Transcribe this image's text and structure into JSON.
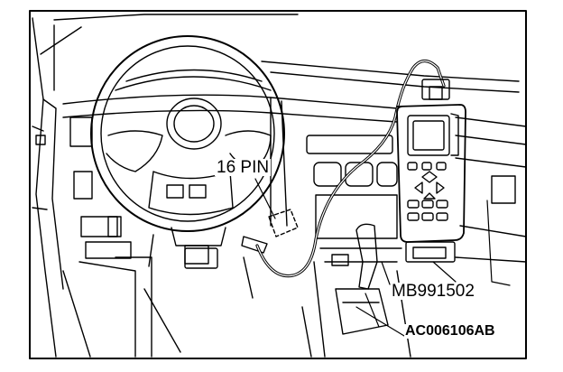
{
  "labels": {
    "connector": "16 PIN",
    "part_number": "MB991502",
    "figure_code": "AC006106AB"
  },
  "colors": {
    "line": "#000000",
    "background": "#ffffff"
  }
}
